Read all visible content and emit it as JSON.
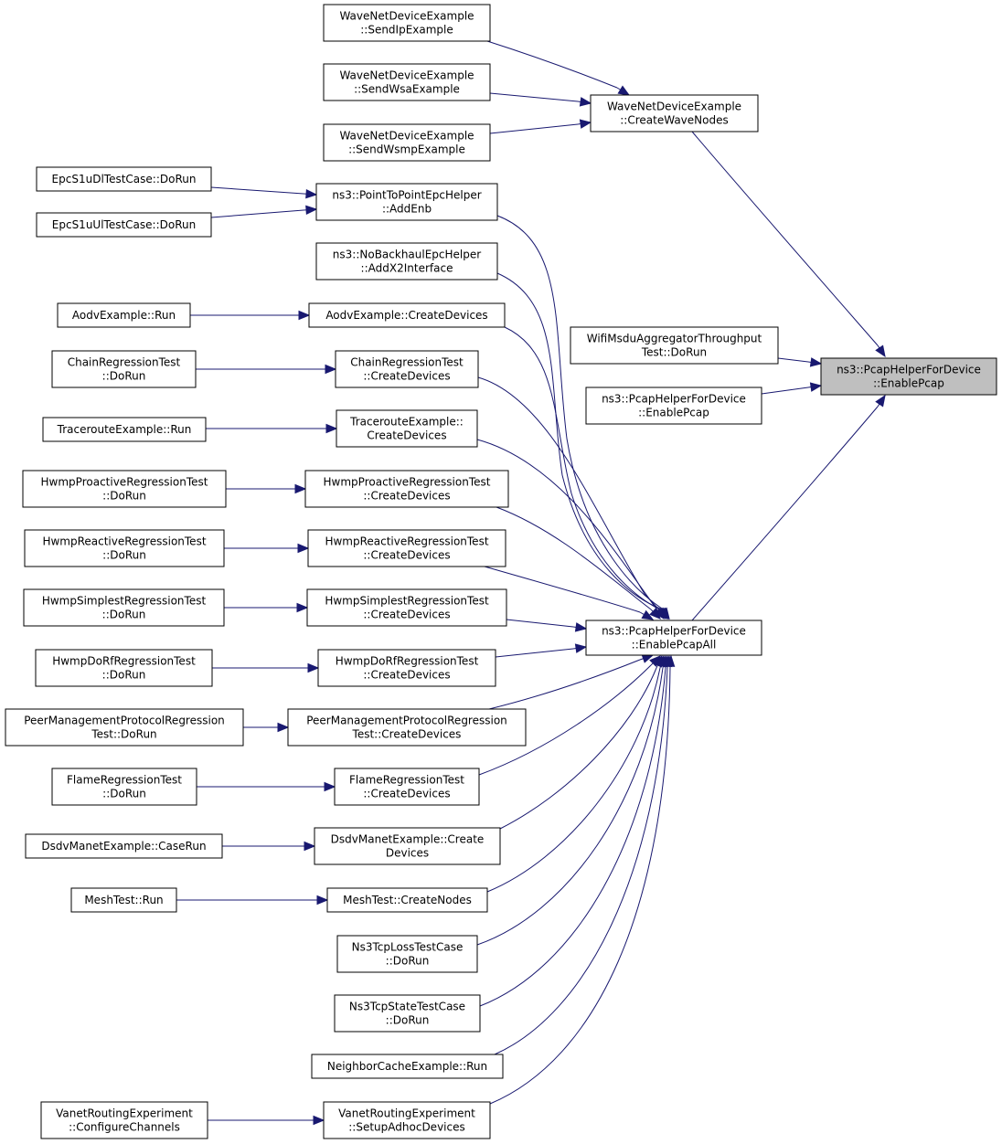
{
  "nodes": {
    "n_enable_pcap_root": {
      "lines": [
        "ns3::PcapHelperForDevice",
        "::EnablePcap"
      ],
      "highlighted": true
    },
    "n_create_wave_nodes": {
      "lines": [
        "WaveNetDeviceExample",
        "::CreateWaveNodes"
      ]
    },
    "n_wifi_msdu": {
      "lines": [
        "WifiMsduAggregatorThroughput",
        "Test::DoRun"
      ]
    },
    "n_enable_pcap_overload": {
      "lines": [
        "ns3::PcapHelperForDevice",
        "::EnablePcap"
      ]
    },
    "n_enable_pcap_all": {
      "lines": [
        "ns3::PcapHelperForDevice",
        "::EnablePcapAll"
      ]
    },
    "n_send_ip": {
      "lines": [
        "WaveNetDeviceExample",
        "::SendIpExample"
      ]
    },
    "n_send_wsa": {
      "lines": [
        "WaveNetDeviceExample",
        "::SendWsaExample"
      ]
    },
    "n_send_wsmp": {
      "lines": [
        "WaveNetDeviceExample",
        "::SendWsmpExample"
      ]
    },
    "n_p2p_addenb": {
      "lines": [
        "ns3::PointToPointEpcHelper",
        "::AddEnb"
      ]
    },
    "n_epc_dl": {
      "lines": [
        "EpcS1uDlTestCase::DoRun"
      ]
    },
    "n_epc_ul": {
      "lines": [
        "EpcS1uUlTestCase::DoRun"
      ]
    },
    "n_nobackhaul": {
      "lines": [
        "ns3::NoBackhaulEpcHelper",
        "::AddX2Interface"
      ]
    },
    "n_aodv_create": {
      "lines": [
        "AodvExample::CreateDevices"
      ]
    },
    "n_aodv_run": {
      "lines": [
        "AodvExample::Run"
      ]
    },
    "n_chain_create": {
      "lines": [
        "ChainRegressionTest",
        "::CreateDevices"
      ]
    },
    "n_chain_run": {
      "lines": [
        "ChainRegressionTest",
        "::DoRun"
      ]
    },
    "n_trace_create": {
      "lines": [
        "TracerouteExample::",
        "CreateDevices"
      ]
    },
    "n_trace_run": {
      "lines": [
        "TracerouteExample::Run"
      ]
    },
    "n_hwmp_pro_create": {
      "lines": [
        "HwmpProactiveRegressionTest",
        "::CreateDevices"
      ]
    },
    "n_hwmp_pro_run": {
      "lines": [
        "HwmpProactiveRegressionTest",
        "::DoRun"
      ]
    },
    "n_hwmp_re_create": {
      "lines": [
        "HwmpReactiveRegressionTest",
        "::CreateDevices"
      ]
    },
    "n_hwmp_re_run": {
      "lines": [
        "HwmpReactiveRegressionTest",
        "::DoRun"
      ]
    },
    "n_hwmp_simp_create": {
      "lines": [
        "HwmpSimplestRegressionTest",
        "::CreateDevices"
      ]
    },
    "n_hwmp_simp_run": {
      "lines": [
        "HwmpSimplestRegressionTest",
        "::DoRun"
      ]
    },
    "n_hwmp_rf_create": {
      "lines": [
        "HwmpDoRfRegressionTest",
        "::CreateDevices"
      ]
    },
    "n_hwmp_rf_run": {
      "lines": [
        "HwmpDoRfRegressionTest",
        "::DoRun"
      ]
    },
    "n_peer_create": {
      "lines": [
        "PeerManagementProtocolRegression",
        "Test::CreateDevices"
      ]
    },
    "n_peer_run": {
      "lines": [
        "PeerManagementProtocolRegression",
        "Test::DoRun"
      ]
    },
    "n_flame_create": {
      "lines": [
        "FlameRegressionTest",
        "::CreateDevices"
      ]
    },
    "n_flame_run": {
      "lines": [
        "FlameRegressionTest",
        "::DoRun"
      ]
    },
    "n_dsdv_create": {
      "lines": [
        "DsdvManetExample::Create",
        "Devices"
      ]
    },
    "n_dsdv_run": {
      "lines": [
        "DsdvManetExample::CaseRun"
      ]
    },
    "n_mesh_create": {
      "lines": [
        "MeshTest::CreateNodes"
      ]
    },
    "n_mesh_run": {
      "lines": [
        "MeshTest::Run"
      ]
    },
    "n_tcp_loss": {
      "lines": [
        "Ns3TcpLossTestCase",
        "::DoRun"
      ]
    },
    "n_tcp_state": {
      "lines": [
        "Ns3TcpStateTestCase",
        "::DoRun"
      ]
    },
    "n_neighbor": {
      "lines": [
        "NeighborCacheExample::Run"
      ]
    },
    "n_vanet_setup": {
      "lines": [
        "VanetRoutingExperiment",
        "::SetupAdhocDevices"
      ]
    },
    "n_vanet_config": {
      "lines": [
        "VanetRoutingExperiment",
        "::ConfigureChannels"
      ]
    }
  },
  "edges": [
    {
      "from": "n_create_wave_nodes",
      "to": "n_enable_pcap_root"
    },
    {
      "from": "n_wifi_msdu",
      "to": "n_enable_pcap_root"
    },
    {
      "from": "n_enable_pcap_overload",
      "to": "n_enable_pcap_root"
    },
    {
      "from": "n_enable_pcap_all",
      "to": "n_enable_pcap_root"
    },
    {
      "from": "n_send_ip",
      "to": "n_create_wave_nodes"
    },
    {
      "from": "n_send_wsa",
      "to": "n_create_wave_nodes"
    },
    {
      "from": "n_send_wsmp",
      "to": "n_create_wave_nodes"
    },
    {
      "from": "n_p2p_addenb",
      "to": "n_enable_pcap_all"
    },
    {
      "from": "n_epc_dl",
      "to": "n_p2p_addenb"
    },
    {
      "from": "n_epc_ul",
      "to": "n_p2p_addenb"
    },
    {
      "from": "n_nobackhaul",
      "to": "n_enable_pcap_all"
    },
    {
      "from": "n_aodv_create",
      "to": "n_enable_pcap_all"
    },
    {
      "from": "n_aodv_run",
      "to": "n_aodv_create"
    },
    {
      "from": "n_chain_create",
      "to": "n_enable_pcap_all"
    },
    {
      "from": "n_chain_run",
      "to": "n_chain_create"
    },
    {
      "from": "n_trace_create",
      "to": "n_enable_pcap_all"
    },
    {
      "from": "n_trace_run",
      "to": "n_trace_create"
    },
    {
      "from": "n_hwmp_pro_create",
      "to": "n_enable_pcap_all"
    },
    {
      "from": "n_hwmp_pro_run",
      "to": "n_hwmp_pro_create"
    },
    {
      "from": "n_hwmp_re_create",
      "to": "n_enable_pcap_all"
    },
    {
      "from": "n_hwmp_re_run",
      "to": "n_hwmp_re_create"
    },
    {
      "from": "n_hwmp_simp_create",
      "to": "n_enable_pcap_all"
    },
    {
      "from": "n_hwmp_simp_run",
      "to": "n_hwmp_simp_create"
    },
    {
      "from": "n_hwmp_rf_create",
      "to": "n_enable_pcap_all"
    },
    {
      "from": "n_hwmp_rf_run",
      "to": "n_hwmp_rf_create"
    },
    {
      "from": "n_peer_create",
      "to": "n_enable_pcap_all"
    },
    {
      "from": "n_peer_run",
      "to": "n_peer_create"
    },
    {
      "from": "n_flame_create",
      "to": "n_enable_pcap_all"
    },
    {
      "from": "n_flame_run",
      "to": "n_flame_create"
    },
    {
      "from": "n_dsdv_create",
      "to": "n_enable_pcap_all"
    },
    {
      "from": "n_dsdv_run",
      "to": "n_dsdv_create"
    },
    {
      "from": "n_mesh_create",
      "to": "n_enable_pcap_all"
    },
    {
      "from": "n_mesh_run",
      "to": "n_mesh_create"
    },
    {
      "from": "n_tcp_loss",
      "to": "n_enable_pcap_all"
    },
    {
      "from": "n_tcp_state",
      "to": "n_enable_pcap_all"
    },
    {
      "from": "n_neighbor",
      "to": "n_enable_pcap_all"
    },
    {
      "from": "n_vanet_setup",
      "to": "n_enable_pcap_all"
    },
    {
      "from": "n_vanet_config",
      "to": "n_vanet_setup"
    }
  ]
}
